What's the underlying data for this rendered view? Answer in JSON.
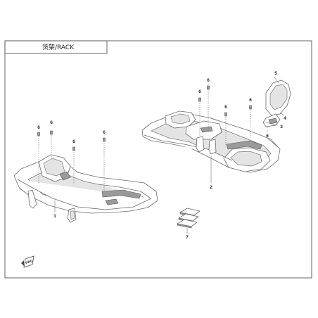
{
  "header": {
    "title": "货架/RACK"
  },
  "front_rack": {
    "callouts": [
      "1",
      "6",
      "6",
      "6",
      "6"
    ]
  },
  "rear_rack": {
    "callouts": [
      "2",
      "6",
      "6",
      "6",
      "6",
      "3",
      "4",
      "5",
      "6"
    ]
  },
  "pads": {
    "callout": "7"
  },
  "fwd_badge": {
    "label": "FWD"
  }
}
